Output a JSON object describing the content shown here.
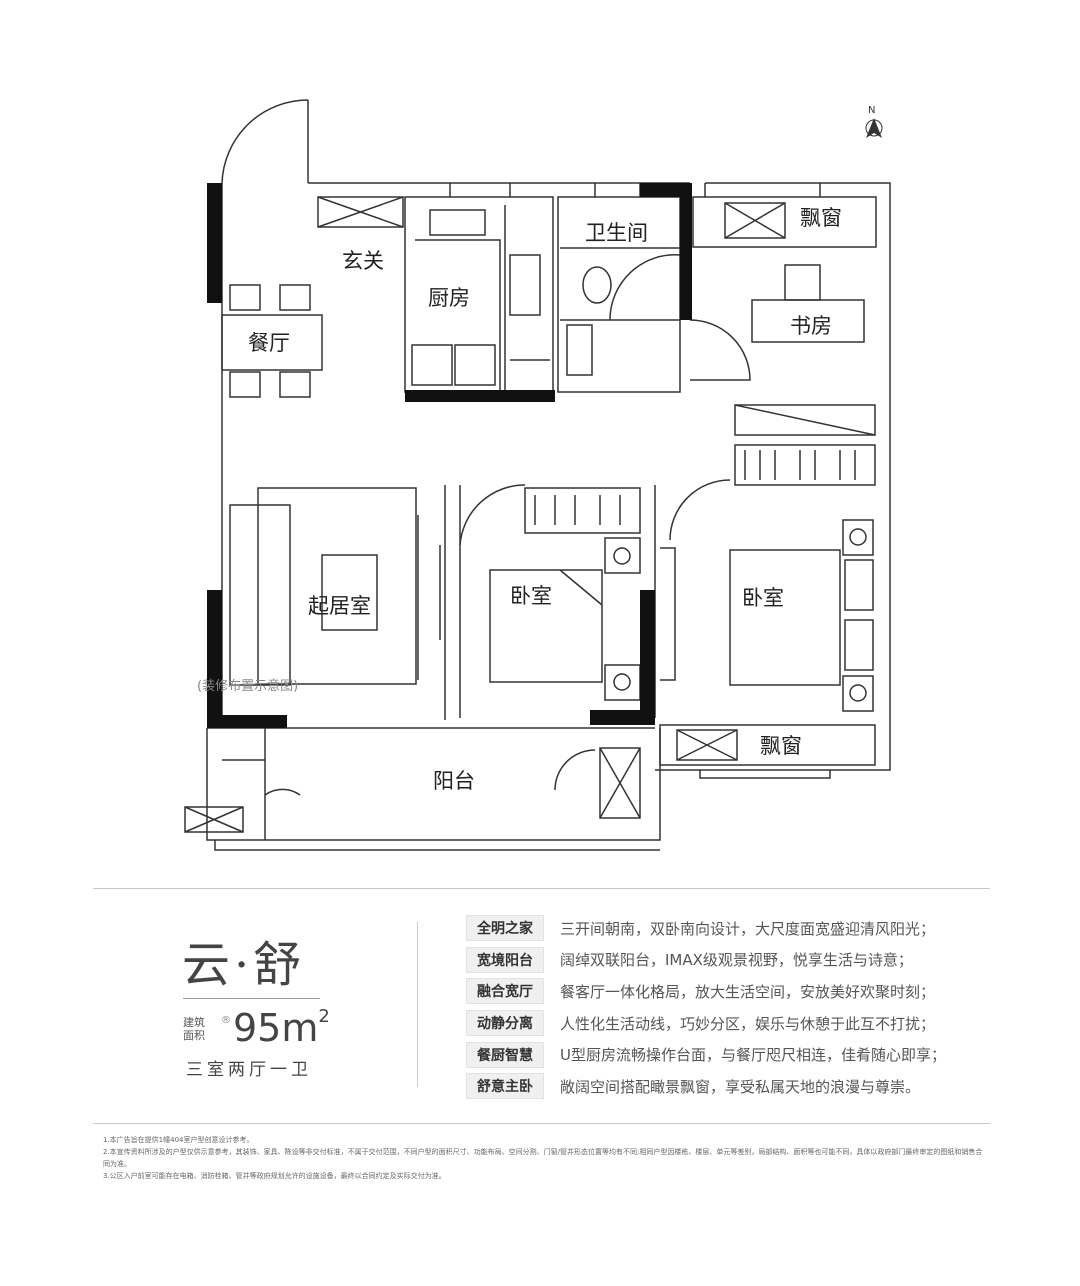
{
  "plan": {
    "compass": "N",
    "rooms": {
      "entry": "玄关",
      "kitchen": "厨房",
      "bathroom": "卫生间",
      "bay_window_north": "飘窗",
      "study": "书房",
      "dining": "餐厅",
      "living": "起居室",
      "bedroom_second": "卧室",
      "bedroom_master": "卧室",
      "bay_window_south": "飘窗",
      "balcony": "阳台"
    },
    "decor_note": "(装修布置示意图)"
  },
  "info": {
    "name": "云·舒",
    "area_label_line1": "建筑",
    "area_label_line2": "面积",
    "area_mark": "®",
    "area_value": "95m",
    "area_sup": "2",
    "layout": "三室两厅一卫",
    "features": [
      {
        "tag": "全明之家",
        "text": "三开间朝南，双卧南向设计，大尺度面宽盛迎清风阳光；"
      },
      {
        "tag": "宽境阳台",
        "text": "阔绰双联阳台，IMAX级观景视野，悦享生活与诗意；"
      },
      {
        "tag": "融合宽厅",
        "text": "餐客厅一体化格局，放大生活空间，安放美好欢聚时刻；"
      },
      {
        "tag": "动静分离",
        "text": "人性化生活动线，巧妙分区，娱乐与休憩于此互不打扰；"
      },
      {
        "tag": "餐厨智慧",
        "text": "U型厨房流畅操作台面，与餐厅咫尺相连，佳肴随心即享；"
      },
      {
        "tag": "舒意主卧",
        "text": "敞阔空间搭配瞰景飘窗，享受私属天地的浪漫与尊崇。"
      }
    ]
  },
  "footnotes": [
    "1.本广告旨在提供1幢404室户型创意设计参考。",
    "2.本宣传资料所涉及的户型仅供示意参考，其装饰、家具、陈设等非交付标准，不属于交付范围，不同户型的面积尺寸、功能布局、空间分割、门窗/管井形态位置等均有不同;相同户型因楼栋、楼层、单元等差别，局部结构、面积等也可能不同，具体以政府部门最终审定的图纸和销售合同为准。",
    "3.公区入户前室可能存在电箱、消防栓箱、管井等政府规划允许的设施设备，最终以合同约定及实际交付为准。"
  ]
}
